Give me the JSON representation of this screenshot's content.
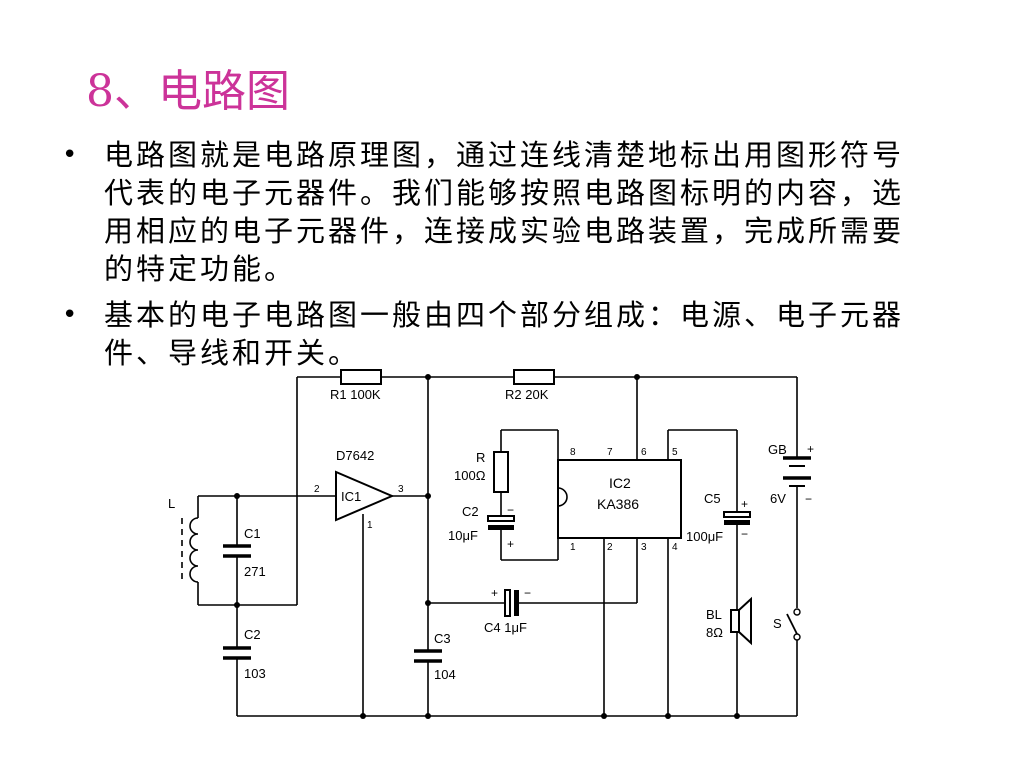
{
  "slide": {
    "title": "8、电路图",
    "title_color": "#cc3399",
    "bullets": [
      {
        "marker": "•",
        "lines": [
          "电路图就是电路原理图，通过连线清楚地标出用图形符号",
          "代表的电子元器件。我们能够按照电路图标明的内容，选",
          "用相应的电子元器件，连接成实验电路装置，完成所需要",
          "的特定功能。"
        ]
      },
      {
        "marker": "•",
        "lines": [
          "基本的电子电路图一般由四个部分组成：电源、电子元器",
          "件、导线和开关。"
        ]
      }
    ]
  },
  "circuit": {
    "labels": {
      "r1": "R1 100K",
      "r2": "R2 20K",
      "d7642": "D7642",
      "ic1": "IC1",
      "ic1_pin_in": "2",
      "ic1_pin_out": "3",
      "ic1_pin_gnd": "1",
      "l": "L",
      "c1": "C1",
      "c1_val": "271",
      "c2_left": "C2",
      "c2_left_val": "103",
      "c3": "C3",
      "c3_val": "104",
      "r": "R",
      "r_val": "100Ω",
      "c2_mid": "C2",
      "c2_mid_val": "10μF",
      "c2_mid_neg": "−",
      "c2_mid_pos": "+",
      "ic2": "IC2",
      "ka386": "KA386",
      "pin8": "8",
      "pin7": "7",
      "pin6": "6",
      "pin5": "5",
      "pin1": "1",
      "pin2": "2",
      "pin3": "3",
      "pin4": "4",
      "c4": "C4  1μF",
      "c4_pos": "+",
      "c4_neg": "−",
      "c5": "C5",
      "c5_val": "100μF",
      "c5_pos": "+",
      "c5_neg": "−",
      "gb": "GB",
      "gb_pos": "+",
      "gb_val": "6V",
      "gb_neg": "−",
      "bl": "BL",
      "bl_val": "8Ω",
      "s": "S"
    }
  }
}
